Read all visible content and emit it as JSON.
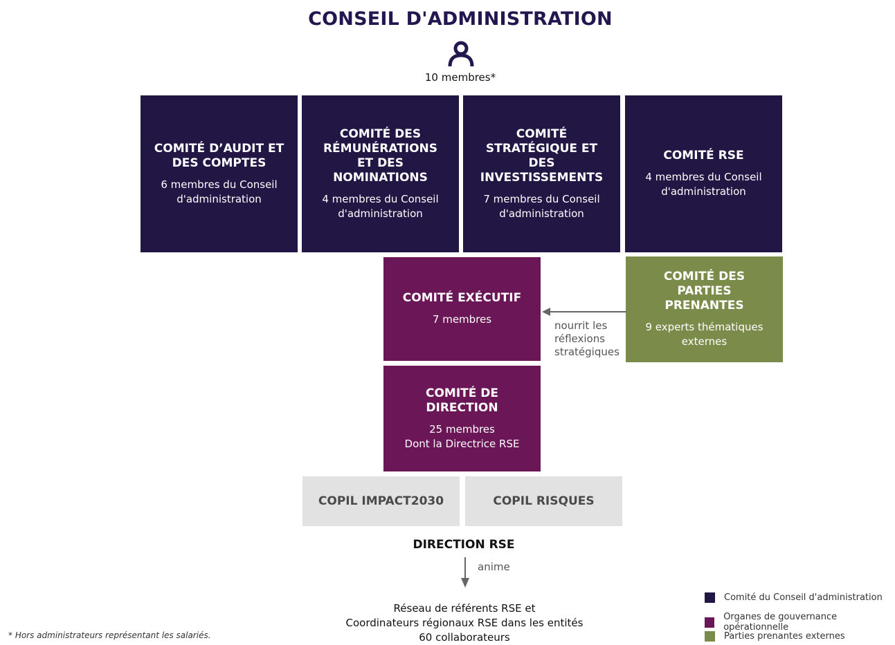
{
  "title": "CONSEIL D'ADMINISTRATION",
  "board_members": "10 membres*",
  "committees": [
    {
      "title": "COMITÉ D’AUDIT ET DES COMPTES",
      "sub": "6 membres du Conseil d'administration"
    },
    {
      "title": "COMITÉ DES RÉMUNÉRATIONS ET DES NOMINATIONS",
      "sub": "4 membres du Conseil d'administration"
    },
    {
      "title": "COMITÉ STRATÉGIQUE ET DES INVESTISSEMENTS",
      "sub": "7 membres du Conseil d'administration"
    },
    {
      "title": "COMITÉ RSE",
      "sub": "4 membres du Conseil d'administration"
    }
  ],
  "executive": {
    "title": "COMITÉ EXÉCUTIF",
    "sub": "7 membres"
  },
  "stakeholders": {
    "title": "COMITÉ DES PARTIES PRENANTES",
    "sub": "9 experts thématiques externes"
  },
  "stakeholders_arrow_label": "nourrit les réflexions stratégiques",
  "direction": {
    "title": "COMITÉ DE DIRECTION",
    "sub_line1": "25 membres",
    "sub_line2": "Dont la Directrice RSE"
  },
  "copils": [
    "COPIL IMPACT2030",
    "COPIL RISQUES"
  ],
  "direction_rse": "DIRECTION RSE",
  "anime_label": "anime",
  "network": {
    "line1": "Réseau de référents RSE et",
    "line2": "Coordinateurs régionaux RSE dans les entités",
    "line3": "60 collaborateurs"
  },
  "footnote": "* Hors administrateurs représentant les salariés.",
  "legend": [
    {
      "label": "Comité du Conseil d'administration",
      "color": "#221645"
    },
    {
      "label": "Organes de gouvernance opérationnelle",
      "color": "#6b1757"
    },
    {
      "label": "Parties prenantes externes",
      "color": "#7a8b4a"
    }
  ],
  "colors": {
    "navy": "#221645",
    "plum": "#6b1757",
    "olive": "#7a8b4a",
    "grey": "#e2e2e2"
  },
  "icons": {
    "board": "person-icon",
    "arrow": "arrow-left-icon",
    "down": "arrow-down-icon"
  }
}
